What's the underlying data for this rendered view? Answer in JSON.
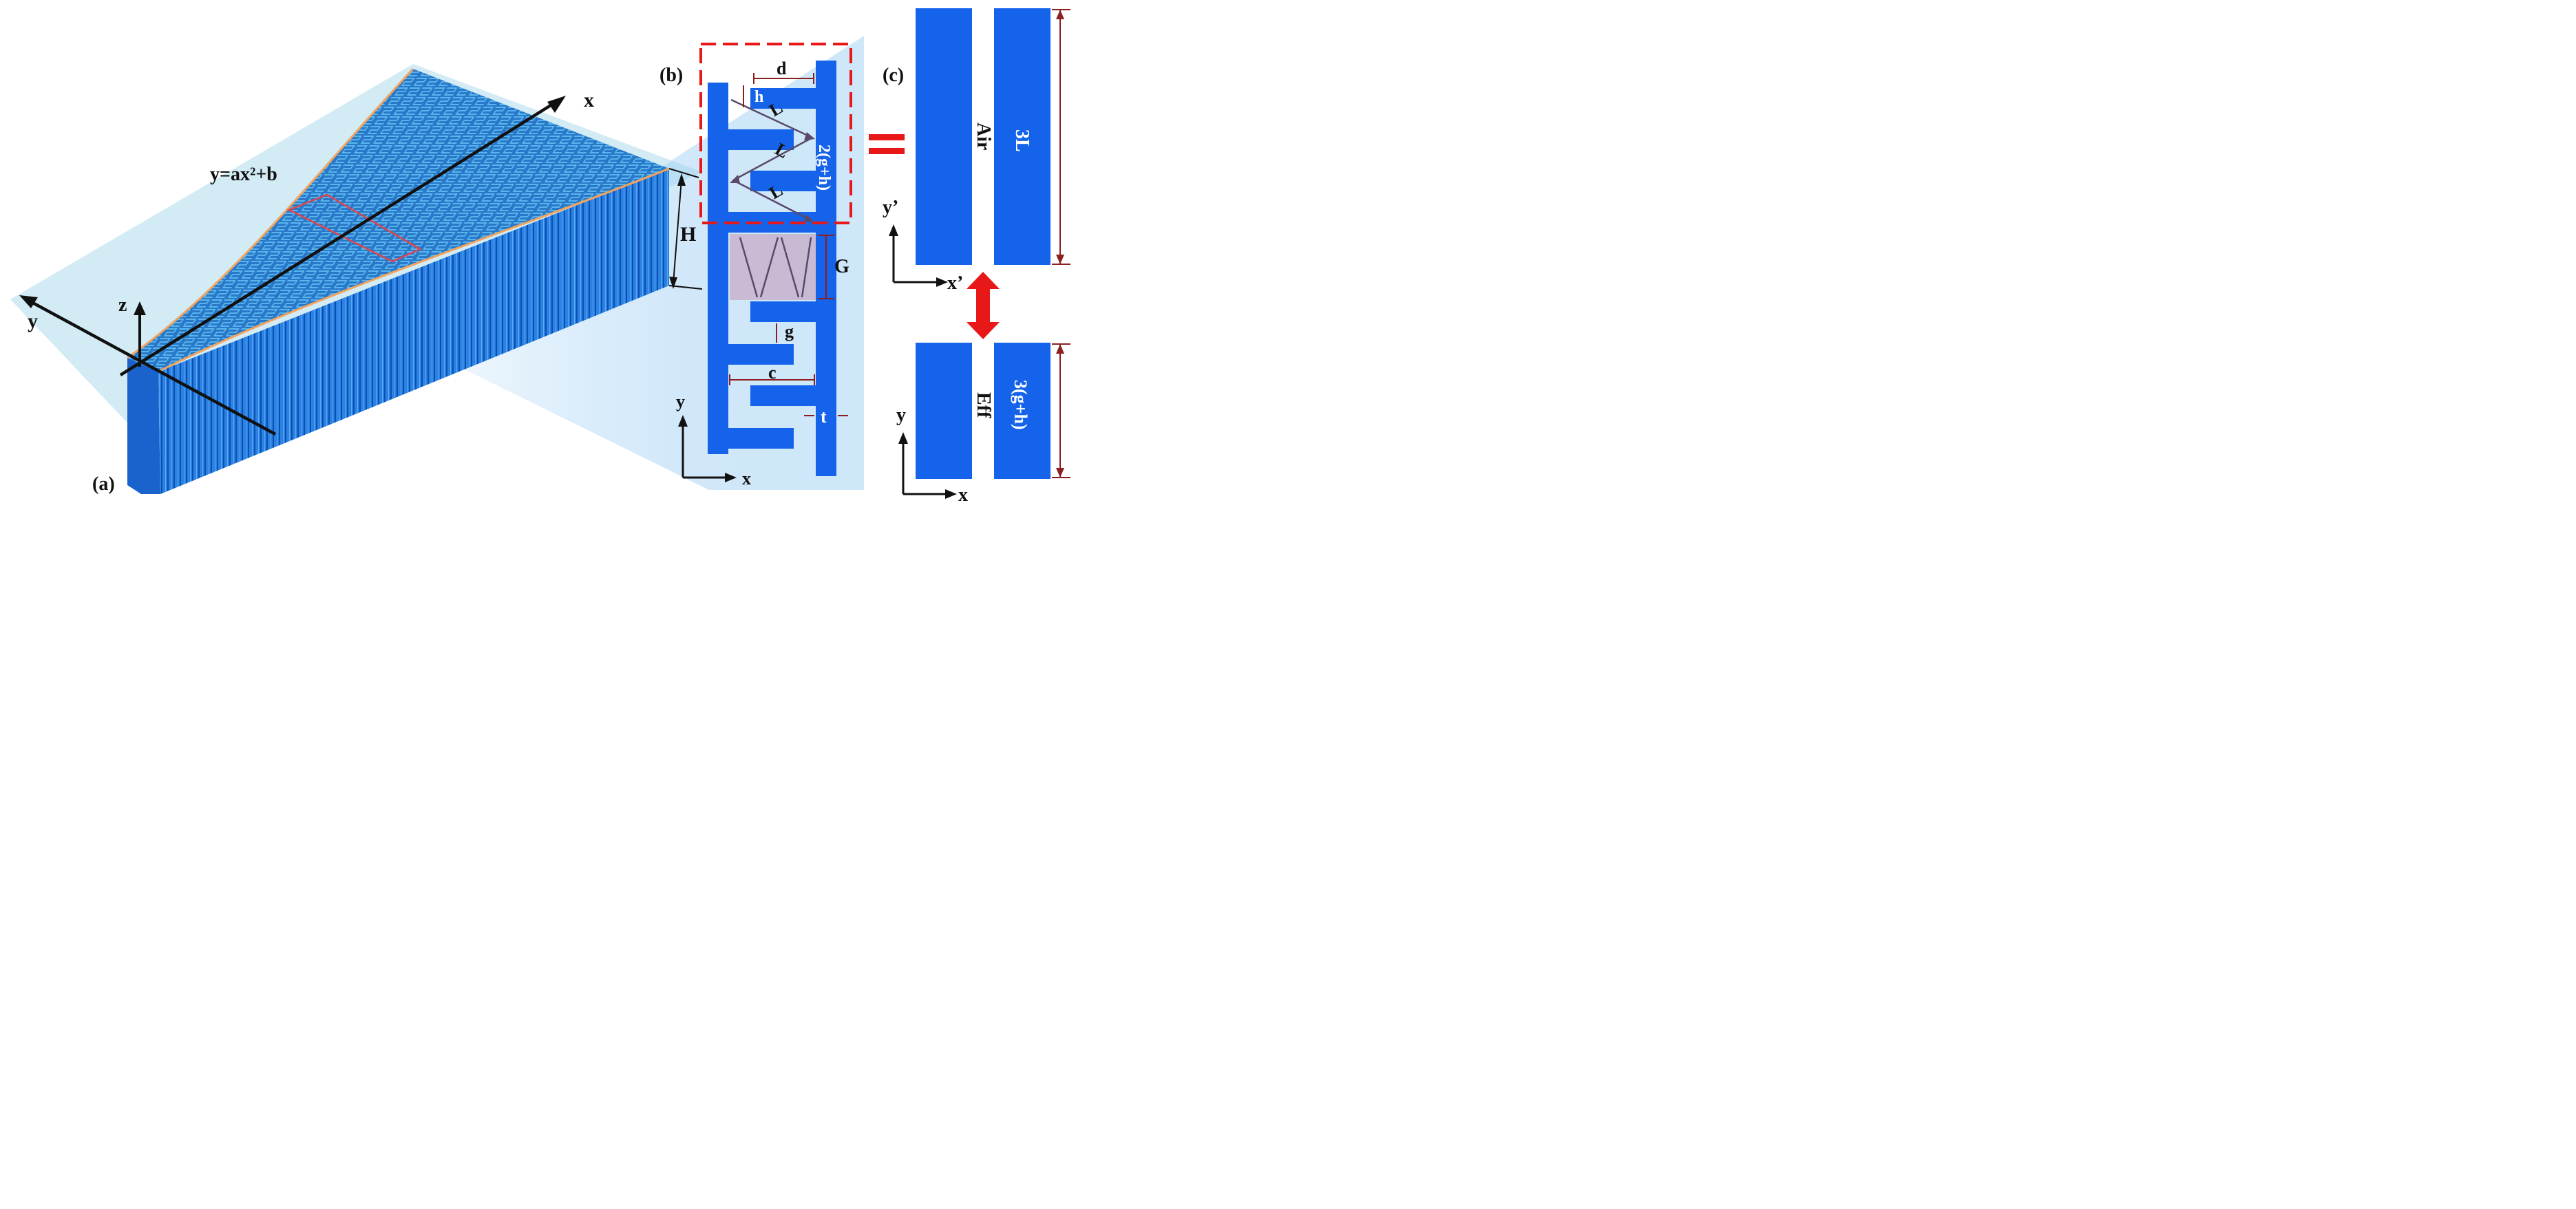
{
  "panel_a": {
    "label": "(a)",
    "equation": "y=ax²+b",
    "axes": {
      "x": "x",
      "y": "y",
      "z": "z"
    },
    "height_label": "H"
  },
  "panel_b": {
    "label": "(b)",
    "dims": {
      "d": "d",
      "h": "h",
      "L": "L",
      "span": "2(g+h)",
      "G": "G",
      "g": "g",
      "c": "c",
      "t": "t"
    },
    "axes": {
      "x": "x",
      "y": "y"
    }
  },
  "panel_c": {
    "label": "(c)",
    "top": {
      "medium": "Air",
      "length": "3L",
      "axes": {
        "x": "x’",
        "y": "y’"
      }
    },
    "bottom": {
      "medium": "Eff",
      "length": "3(g+h)",
      "axes": {
        "x": "x",
        "y": "y"
      }
    }
  },
  "colors": {
    "blue": "#1463ea",
    "dark_blue": "#0a3c9c",
    "light_cyan": "#cfe9f3",
    "orange": "#f0a060",
    "red": "#e81818",
    "dim_red": "#8b2020",
    "purple": "#5a4a6a"
  }
}
